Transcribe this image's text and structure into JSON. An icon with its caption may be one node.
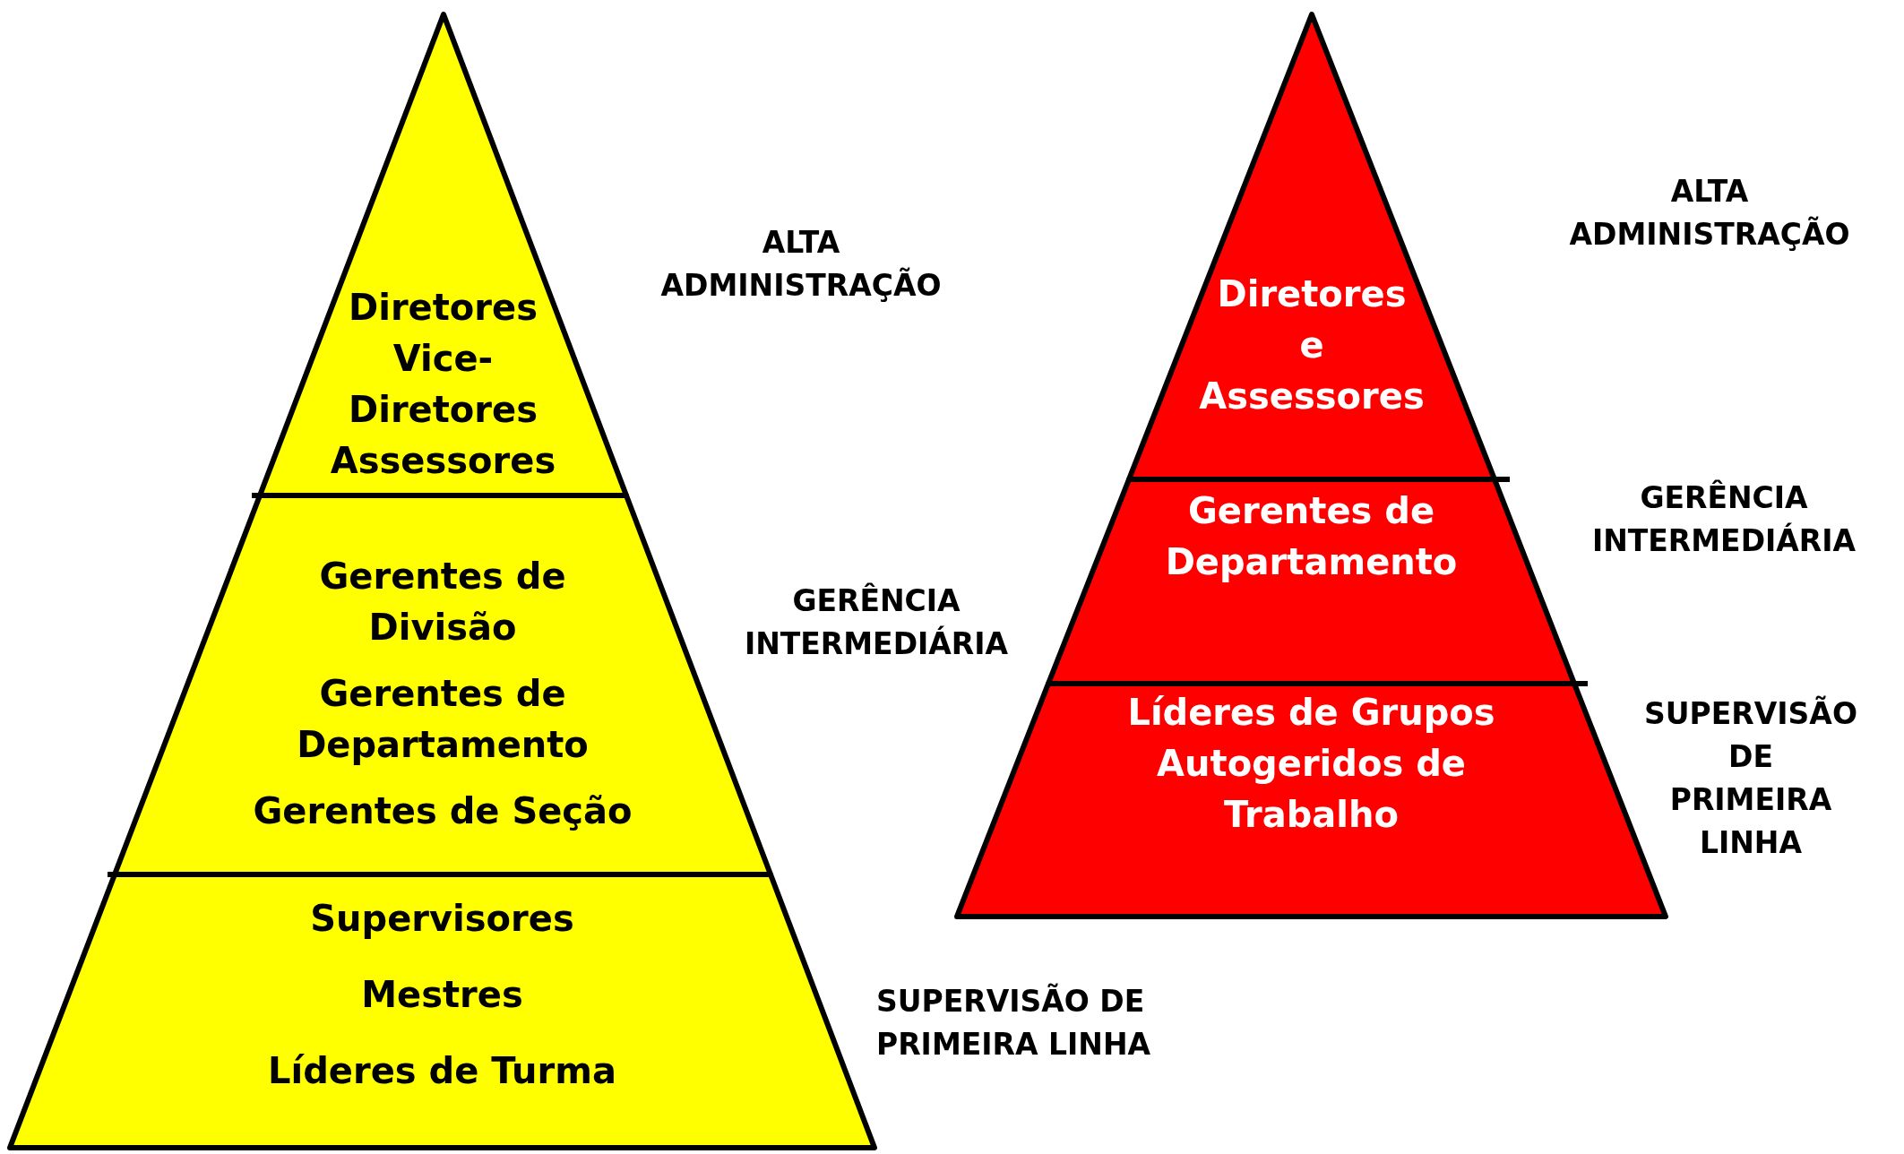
{
  "diagram": {
    "nodes": [
      {
        "text": [
          "Diretores",
          "Vice-Diretores",
          "Assessores"
        ]
      },
      {
        "text": [
          "Gerentes de Divisão",
          "Gerentes de Departamento",
          "Gerentes de Seção"
        ]
      },
      {
        "text": [
          "Supervisores",
          "Mestres",
          "Líderes de Turma"
        ]
      },
      {
        "text": [
          "Diretores e Assessores"
        ]
      },
      {
        "text": [
          "Gerentes de Departamento"
        ]
      },
      {
        "text": [
          "Líderes de Grupos Autogeridos de Trabalho"
        ]
      }
    ],
    "labels": [
      "ALTA ADMINISTRAÇÃO",
      "GERÊNCIA INTERMEDIÁRIA",
      "SUPERVISÃO DE PRIMEIRA LINHA",
      "ALTA ADMINISTRAÇÃO",
      "GERÊNCIA INTERMEDIÁRIA",
      "SUPERVISÃO DE PRIMEIRA LINHA"
    ]
  }
}
